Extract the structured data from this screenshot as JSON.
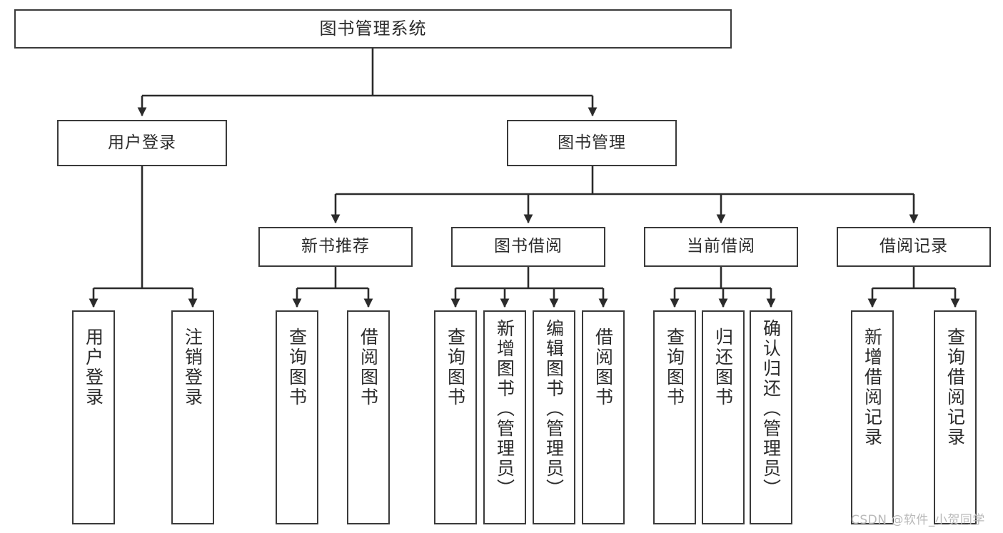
{
  "diagram": {
    "type": "tree",
    "title": "图书管理系统",
    "watermark": "CSDN @软件_小贺同学",
    "colors": {
      "box_border": "#3a3a3a",
      "box_fill": "#ffffff",
      "connector": "#2b2b2b",
      "text": "#2b2b2b",
      "watermark": "#b9b9b9"
    },
    "root": {
      "label": "图书管理系统"
    },
    "level2": [
      {
        "label": "用户登录"
      },
      {
        "label": "图书管理"
      }
    ],
    "level3": [
      {
        "label": "新书推荐"
      },
      {
        "label": "图书借阅"
      },
      {
        "label": "当前借阅"
      },
      {
        "label": "借阅记录"
      }
    ],
    "leaves": {
      "user_login": [
        {
          "label": "用户登录"
        },
        {
          "label": "注销登录"
        }
      ],
      "new_book": [
        {
          "label": "查询图书"
        },
        {
          "label": "借阅图书"
        }
      ],
      "borrow_book": [
        {
          "label": "查询图书"
        },
        {
          "label": "新增图书（管理员）"
        },
        {
          "label": "编辑图书（管理员）"
        },
        {
          "label": "借阅图书"
        }
      ],
      "current_borrow": [
        {
          "label": "查询图书"
        },
        {
          "label": "归还图书"
        },
        {
          "label": "确认归还（管理员）"
        }
      ],
      "borrow_record": [
        {
          "label": "新增借阅记录"
        },
        {
          "label": "查询借阅记录"
        }
      ]
    }
  }
}
